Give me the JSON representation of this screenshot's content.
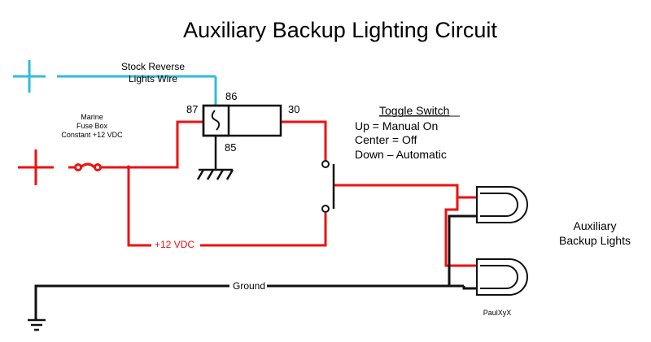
{
  "title": "Auxiliary Backup Lighting Circuit",
  "stock_wire_label": [
    "Stock Reverse",
    "Lights Wire"
  ],
  "fuse_box_label": [
    "Marine",
    "Fuse Box",
    "Constant +12 VDC"
  ],
  "relay_pins": {
    "p86": "86",
    "p87": "87",
    "p30": "30",
    "p85": "85"
  },
  "toggle_switch": {
    "title": "Toggle Switch",
    "modes": [
      "Up = Manual On",
      "Center = Off",
      "Down – Automatic"
    ]
  },
  "lights_label": [
    "Auxiliary",
    "Backup Lights"
  ],
  "wire_12vdc_label": "+12 VDC",
  "ground_label": "Ground",
  "author": "PaulXyX",
  "colors": {
    "power": "#ee1111",
    "trigger": "#33bbdd",
    "ground": "#111111"
  }
}
